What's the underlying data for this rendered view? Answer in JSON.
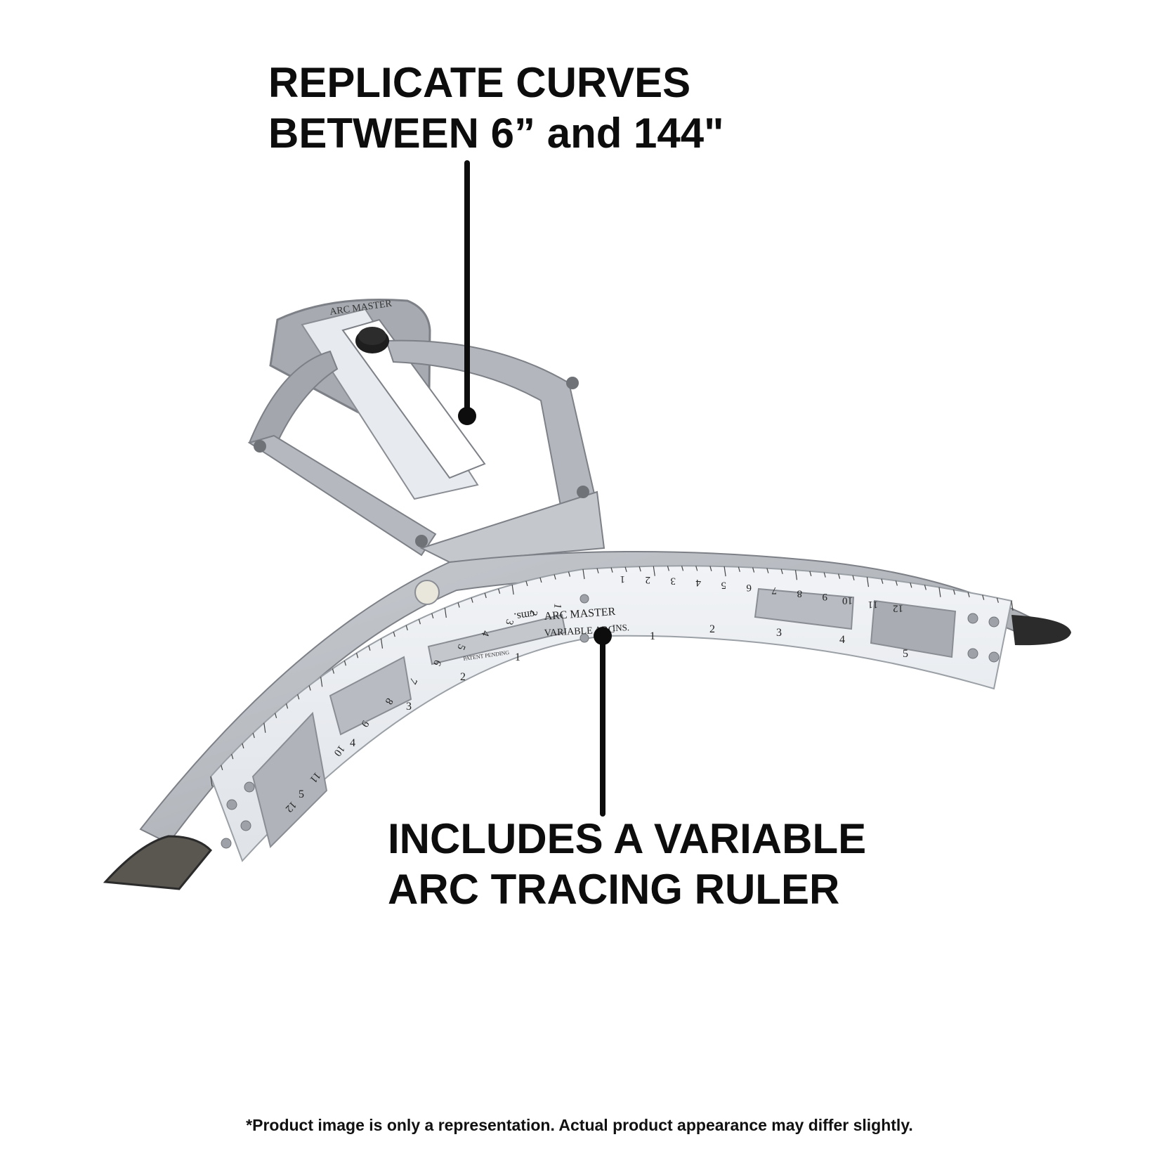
{
  "callouts": {
    "top": {
      "line1": "REPLICATE CURVES",
      "line2": "BETWEEN 6” and 144\""
    },
    "bottom": {
      "line1": "INCLUDES A VARIABLE",
      "line2": "ARC TRACING RULER"
    }
  },
  "disclaimer": "*Product image is only a representation. Actual product appearance may differ slightly.",
  "product": {
    "brand": "ARC MASTER",
    "ruler_label": "VARIABLE ARC",
    "inch_unit": "INS.",
    "cm_unit": "cms.",
    "patent": "PATENT PENDING",
    "inch_ticks": [
      "1",
      "2",
      "3",
      "4",
      "5"
    ],
    "cm_ticks_right": [
      "1",
      "2",
      "3",
      "4",
      "5",
      "6",
      "7",
      "8",
      "9",
      "10",
      "11",
      "12"
    ],
    "cm_ticks_left": [
      "1",
      "2",
      "3",
      "4",
      "5",
      "6",
      "7",
      "8",
      "9",
      "10",
      "11",
      "12"
    ]
  },
  "colors": {
    "ruler": "#e9ecf1",
    "metal": "#b9bdc3",
    "metal_dark": "#8e9298",
    "text": "#0d0d0d"
  }
}
